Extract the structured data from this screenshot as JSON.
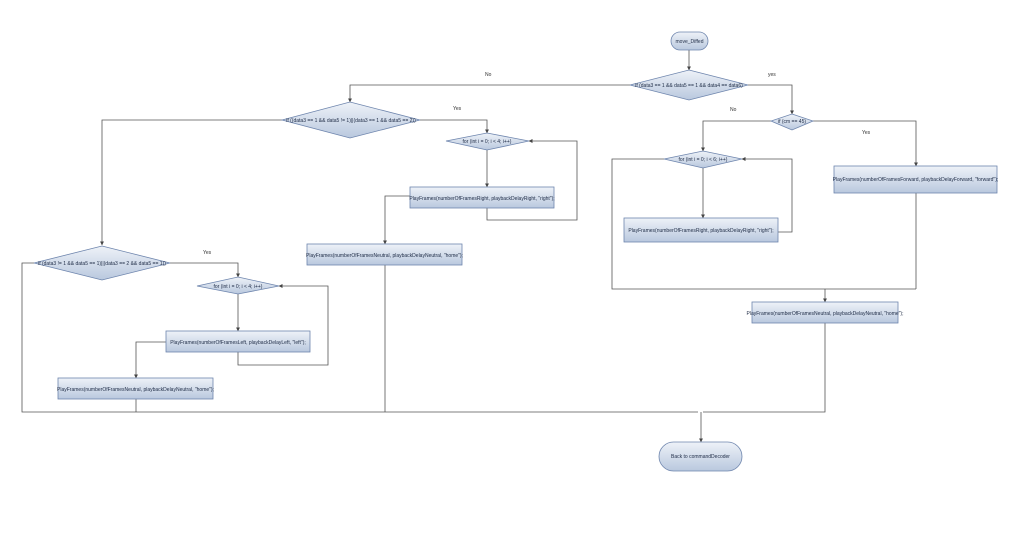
{
  "diagram": {
    "colors": {
      "node_fill_top": "#eef2f8",
      "node_fill_bottom": "#b9c8de",
      "node_stroke": "#6e85ad",
      "edge": "#555555"
    },
    "nodes": {
      "start": {
        "shape": "terminal",
        "text": "move_Diffed"
      },
      "d1": {
        "shape": "decision",
        "text": "if (data3 == 1 && data5 == 1 && data4 == data6)"
      },
      "d2": {
        "shape": "decision",
        "text": "if ((data3 == 1 && data5 != 1)||(data3 == 1 && data5 == 2))"
      },
      "d3": {
        "shape": "decision",
        "text": "if (data3 != 1 && data5 == 1)||(data3 == 2 && data5 == 1))"
      },
      "d4": {
        "shape": "decision",
        "text": "if (cm == 45)"
      },
      "loop_right": {
        "shape": "decision",
        "text": "for (int i = 0; i < 4; i++)"
      },
      "loop_left": {
        "shape": "decision",
        "text": "for (int i = 0; i < 4; i++)"
      },
      "loop_right2": {
        "shape": "decision",
        "text": "for (int i = 0; i < 6; i++)"
      },
      "p_right": {
        "shape": "process",
        "text": "PlayFrames(numberOfFramesRight, playbackDelayRight, \"right\");"
      },
      "p_neutral_mid": {
        "shape": "process",
        "text": "PlayFrames(numberOfFramesNeutral, playbackDelayNeutral, \"home\");"
      },
      "p_left": {
        "shape": "process",
        "text": "PlayFrames(numberOfFramesLeft, playbackDelayLeft, \"left\");"
      },
      "p_neutral_left": {
        "shape": "process",
        "text": "PlayFrames(numberOfFramesNeutral, playbackDelayNeutral, \"home\");"
      },
      "p_right2": {
        "shape": "process",
        "text": "PlayFrames(numberOfFramesRight, playbackDelayRight, \"right\");"
      },
      "p_forward": {
        "shape": "process",
        "text": "PlayFrames(numberOfFramesForward, playbackDelayForward, \"forward\");"
      },
      "p_neutral_right": {
        "shape": "process",
        "text": "PlayFrames(numberOfFramesNeutral, playbackDelayNeutral, \"home\");"
      },
      "end": {
        "shape": "terminal",
        "text": "Back to commandDecoder"
      }
    },
    "edge_labels": [
      {
        "from": "d1",
        "text": "No"
      },
      {
        "from": "d1",
        "text": "yes"
      },
      {
        "from": "d2",
        "text": "Yes"
      },
      {
        "from": "d3",
        "text": "Yes"
      },
      {
        "from": "d4",
        "text": "No"
      },
      {
        "from": "d4",
        "text": "Yes"
      }
    ]
  }
}
